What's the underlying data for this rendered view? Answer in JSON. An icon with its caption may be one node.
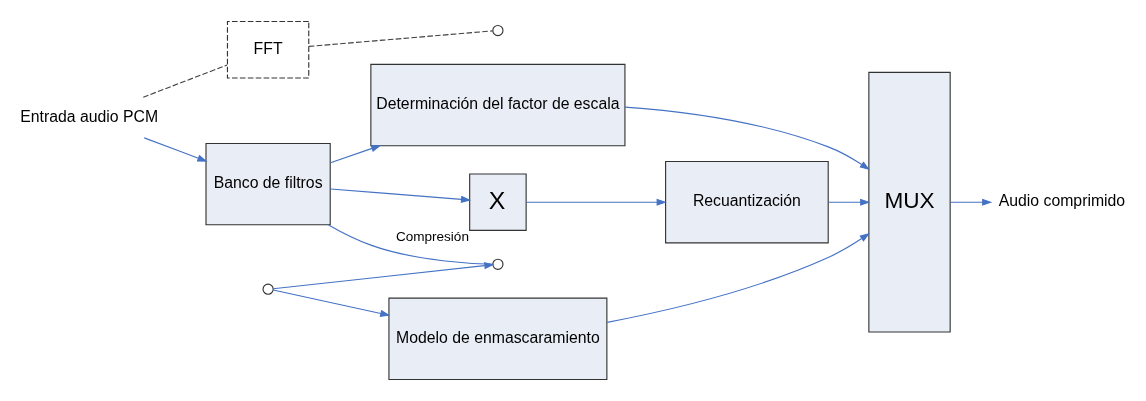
{
  "diagram": {
    "nodes": [
      {
        "text": [
          "Entrada audio PCM"
        ]
      },
      {
        "text": [
          "Banco de filtros"
        ]
      },
      {
        "text": [
          "Determinación del factor de escala"
        ]
      },
      {
        "text": [
          "X"
        ],
        "beside": [
          "Compresión"
        ]
      },
      {
        "text": [
          "Recuantización"
        ]
      },
      {
        "text": [
          "MUX"
        ]
      },
      {
        "text": [
          "Audio comprimido"
        ]
      },
      {
        "text": [
          "Modelo de enmascaramiento"
        ]
      },
      {
        "text": [
          "FFT"
        ]
      },
      {
        "text": [],
        "shape": "circle"
      },
      {
        "text": [],
        "shape": "circle"
      },
      {
        "text": [],
        "shape": "circle"
      }
    ],
    "edges": [
      {
        "from": 0,
        "to": 1,
        "arrow": "to"
      },
      {
        "from": 1,
        "to": 2,
        "arrow": "to"
      },
      {
        "from": 1,
        "to": 3,
        "arrow": "to"
      },
      {
        "from": 1,
        "to": 9,
        "arrow": "none"
      },
      {
        "from": 3,
        "to": 4,
        "arrow": "to"
      },
      {
        "from": 2,
        "to": 5,
        "arrow": "to"
      },
      {
        "from": 4,
        "to": 5,
        "arrow": "to"
      },
      {
        "from": 7,
        "to": 5,
        "arrow": "to"
      },
      {
        "from": 5,
        "to": 6,
        "arrow": "to"
      },
      {
        "from": 10,
        "to": 9,
        "arrow": "to"
      },
      {
        "from": 10,
        "to": 7,
        "arrow": "to"
      },
      {
        "from": 0,
        "to": 8,
        "arrow": "none",
        "style": "dashed",
        "color": "#404040"
      },
      {
        "from": 8,
        "to": 11,
        "arrow": "none",
        "style": "dashed",
        "color": "#404040"
      }
    ]
  }
}
